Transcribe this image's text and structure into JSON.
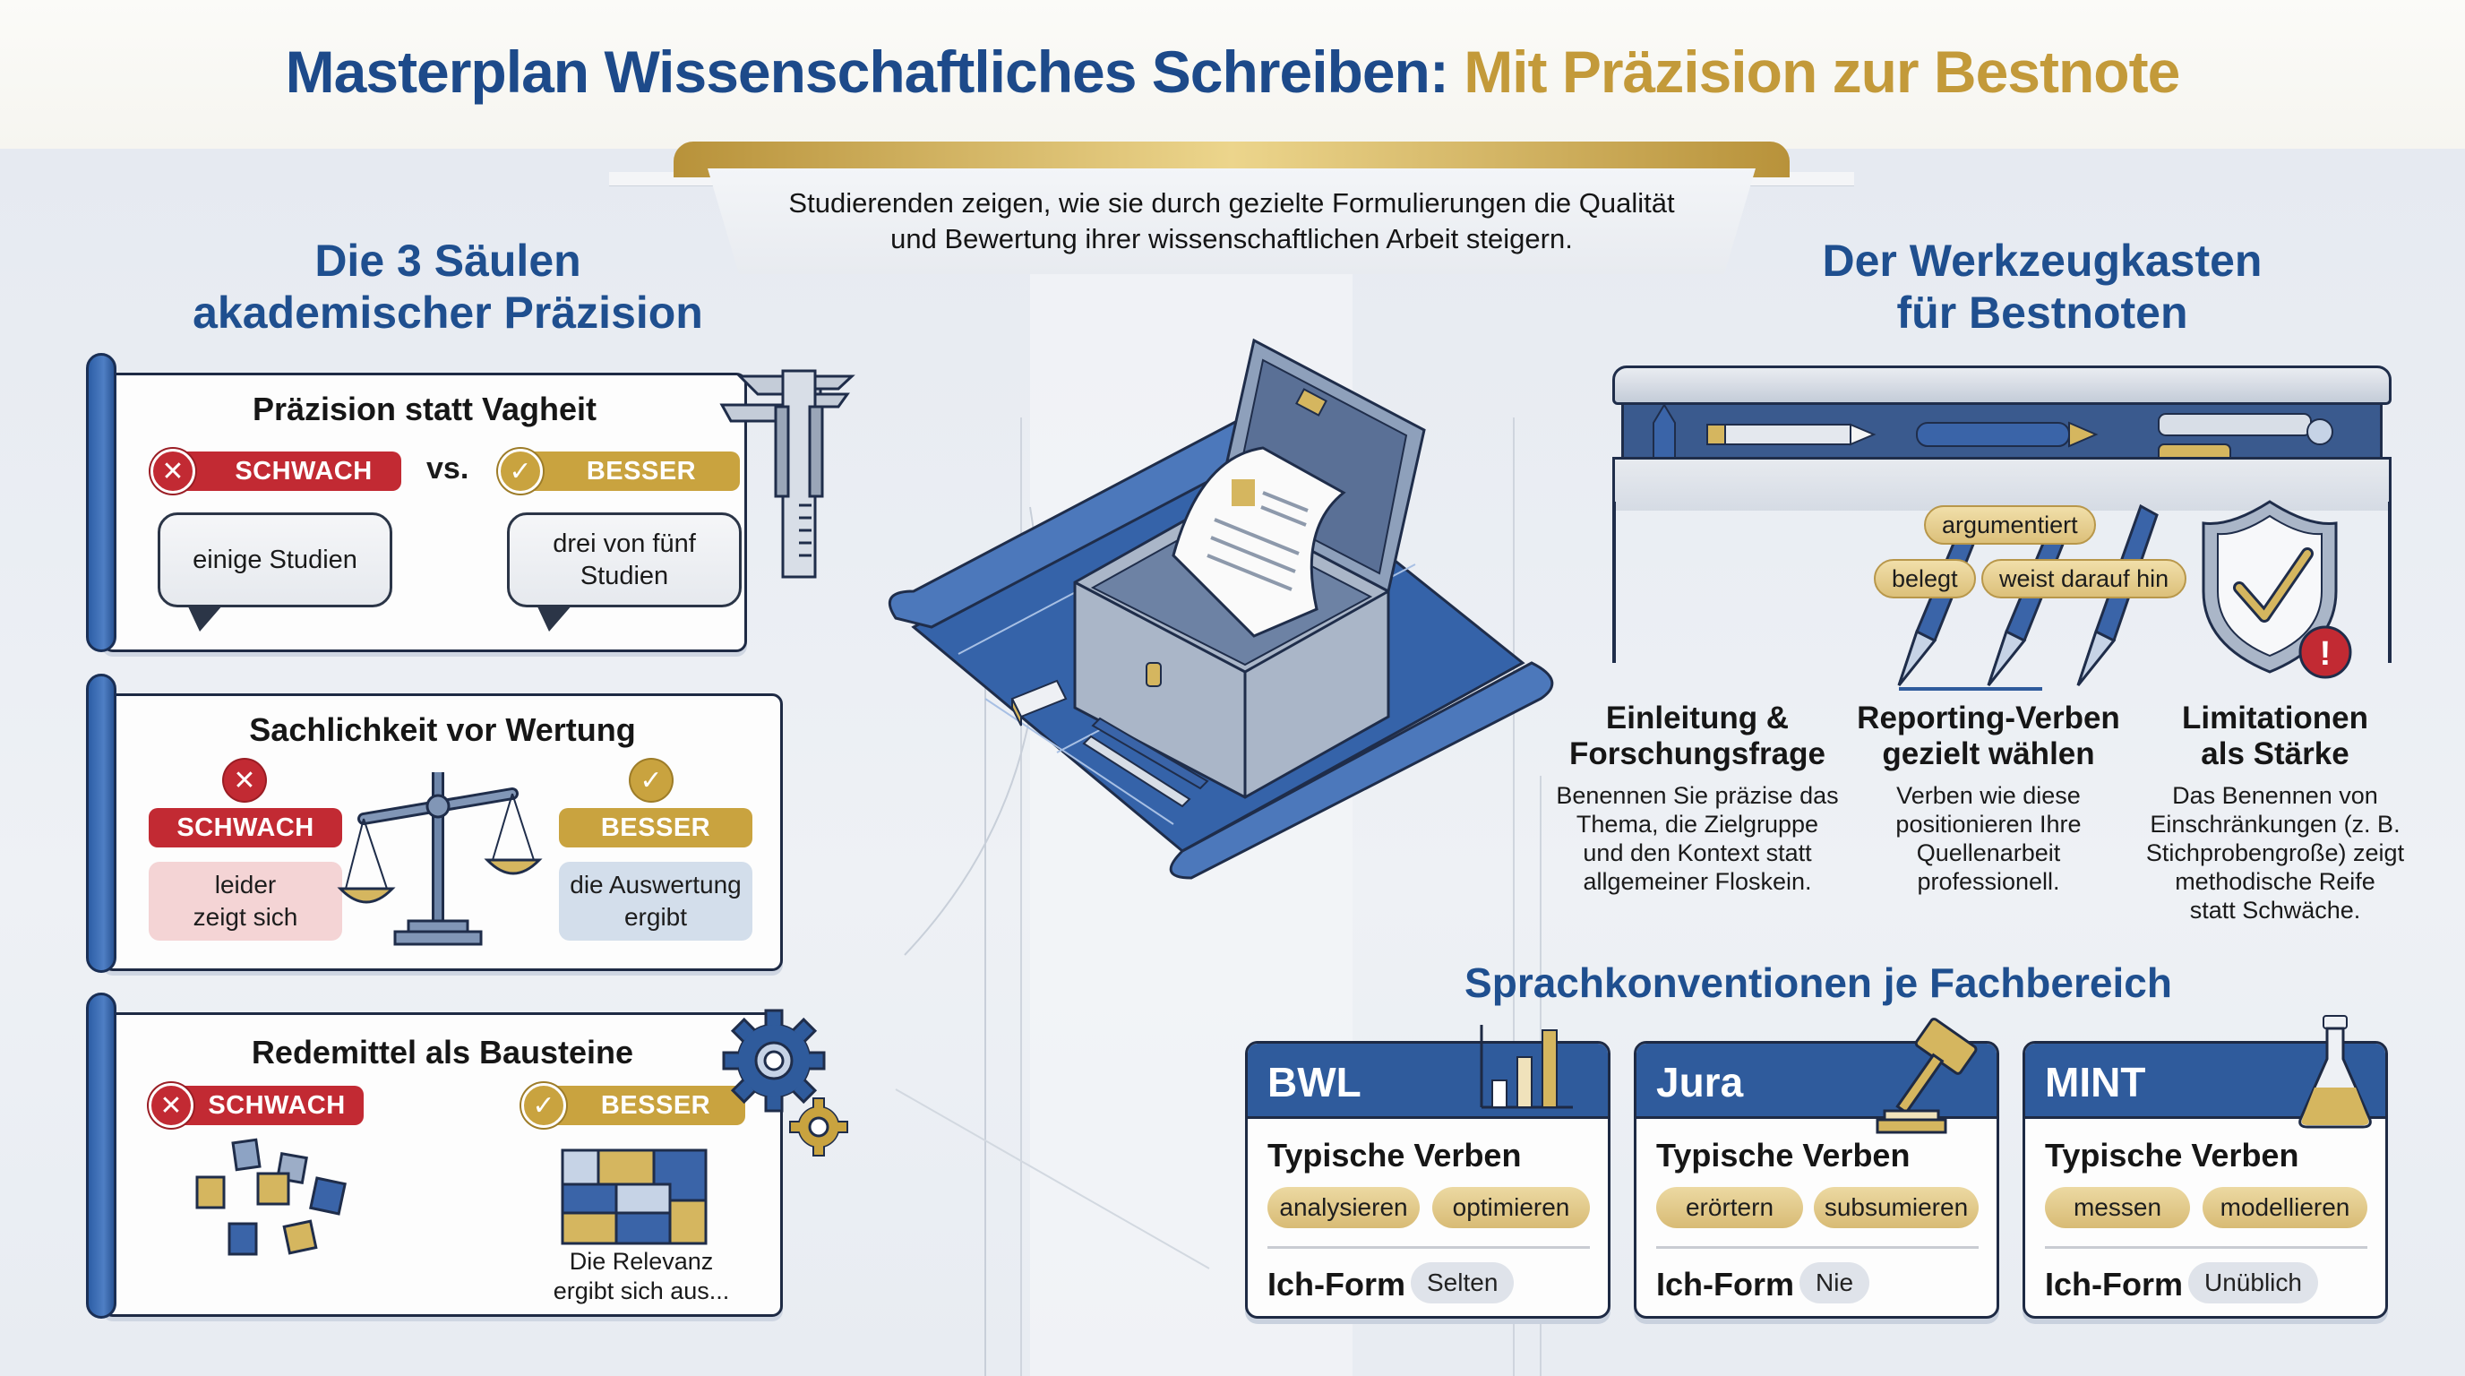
{
  "title": {
    "part1": "Masterplan Wissenschaftliches Schreiben:",
    "part2": "Mit Präzision zur Bestnote",
    "color_blue": "#1d4a8a",
    "color_gold": "#c39a3a"
  },
  "subtitle": {
    "line1": "Studierenden zeigen, wie sie durch gezielte Formulierungen die Qualität",
    "line2": "und Bewertung ihrer wissenschaftlichen Arbeit steigern."
  },
  "left_section": {
    "title_line1": "Die 3 Säulen",
    "title_line2": "akademischer Präzision",
    "pillars": [
      {
        "title": "Präzision statt Vagheit",
        "weak_label": "SCHWACH",
        "vs": "vs.",
        "better_label": "BESSER",
        "weak_example": "einige Studien",
        "better_example_line1": "drei von fünf",
        "better_example_line2": "Studien",
        "icon": "caliper-icon"
      },
      {
        "title": "Sachlichkeit vor Wertung",
        "weak_label": "SCHWACH",
        "better_label": "BESSER",
        "weak_example_line1": "leider",
        "weak_example_line2": "zeigt sich",
        "better_example_line1": "die Auswertung",
        "better_example_line2": "ergibt",
        "icon": "scale-icon"
      },
      {
        "title": "Redemittel als Bausteine",
        "weak_label": "SCHWACH",
        "better_label": "BESSER",
        "better_example_line1": "Die Relevanz",
        "better_example_line2": "ergibt sich aus...",
        "icon": "gears-icon"
      }
    ]
  },
  "right_section": {
    "title_line1": "Der Werkzeugkasten",
    "title_line2": "für Bestnoten",
    "verb_tags": [
      "argumentiert",
      "belegt",
      "weist darauf hin"
    ],
    "features": [
      {
        "title_line1": "Einleitung &",
        "title_line2": "Forschungsfrage",
        "desc": [
          "Benennen Sie präzise das",
          "Thema, die Zielgruppe",
          "und den Kontext statt",
          "allgemeiner Floskein."
        ]
      },
      {
        "title_line1": "Reporting-Verben",
        "title_line2": "gezielt wählen",
        "desc": [
          "Verben wie diese",
          "positionieren Ihre",
          "Quellenarbeit",
          "professionell."
        ]
      },
      {
        "title_line1": "Limitationen",
        "title_line2": "als Stärke",
        "desc": [
          "Das Benennen von",
          "Einschränkungen (z. B.",
          "Stichprobengroße) zeigt",
          "methodische Reife",
          "statt Schwäche."
        ]
      }
    ]
  },
  "conventions": {
    "title": "Sprachkonventionen je Fachbereich",
    "cards": [
      {
        "name": "BWL",
        "verbs_label": "Typische Verben",
        "verbs": [
          "analysieren",
          "optimieren"
        ],
        "ich_label": "Ich-Form",
        "ich_value": "Selten",
        "icon": "bar-chart-icon"
      },
      {
        "name": "Jura",
        "verbs_label": "Typische Verben",
        "verbs": [
          "erörtern",
          "subsumieren"
        ],
        "ich_label": "Ich-Form",
        "ich_value": "Nie",
        "icon": "gavel-icon"
      },
      {
        "name": "MINT",
        "verbs_label": "Typische Verben",
        "verbs": [
          "messen",
          "modellieren"
        ],
        "ich_label": "Ich-Form",
        "ich_value": "Unüblich",
        "icon": "flask-icon"
      }
    ]
  },
  "colors": {
    "navy": "#1e2a44",
    "blue": "#2f5b9c",
    "gold": "#c9a33f",
    "red": "#c22a33",
    "background": "#e9edf3"
  }
}
